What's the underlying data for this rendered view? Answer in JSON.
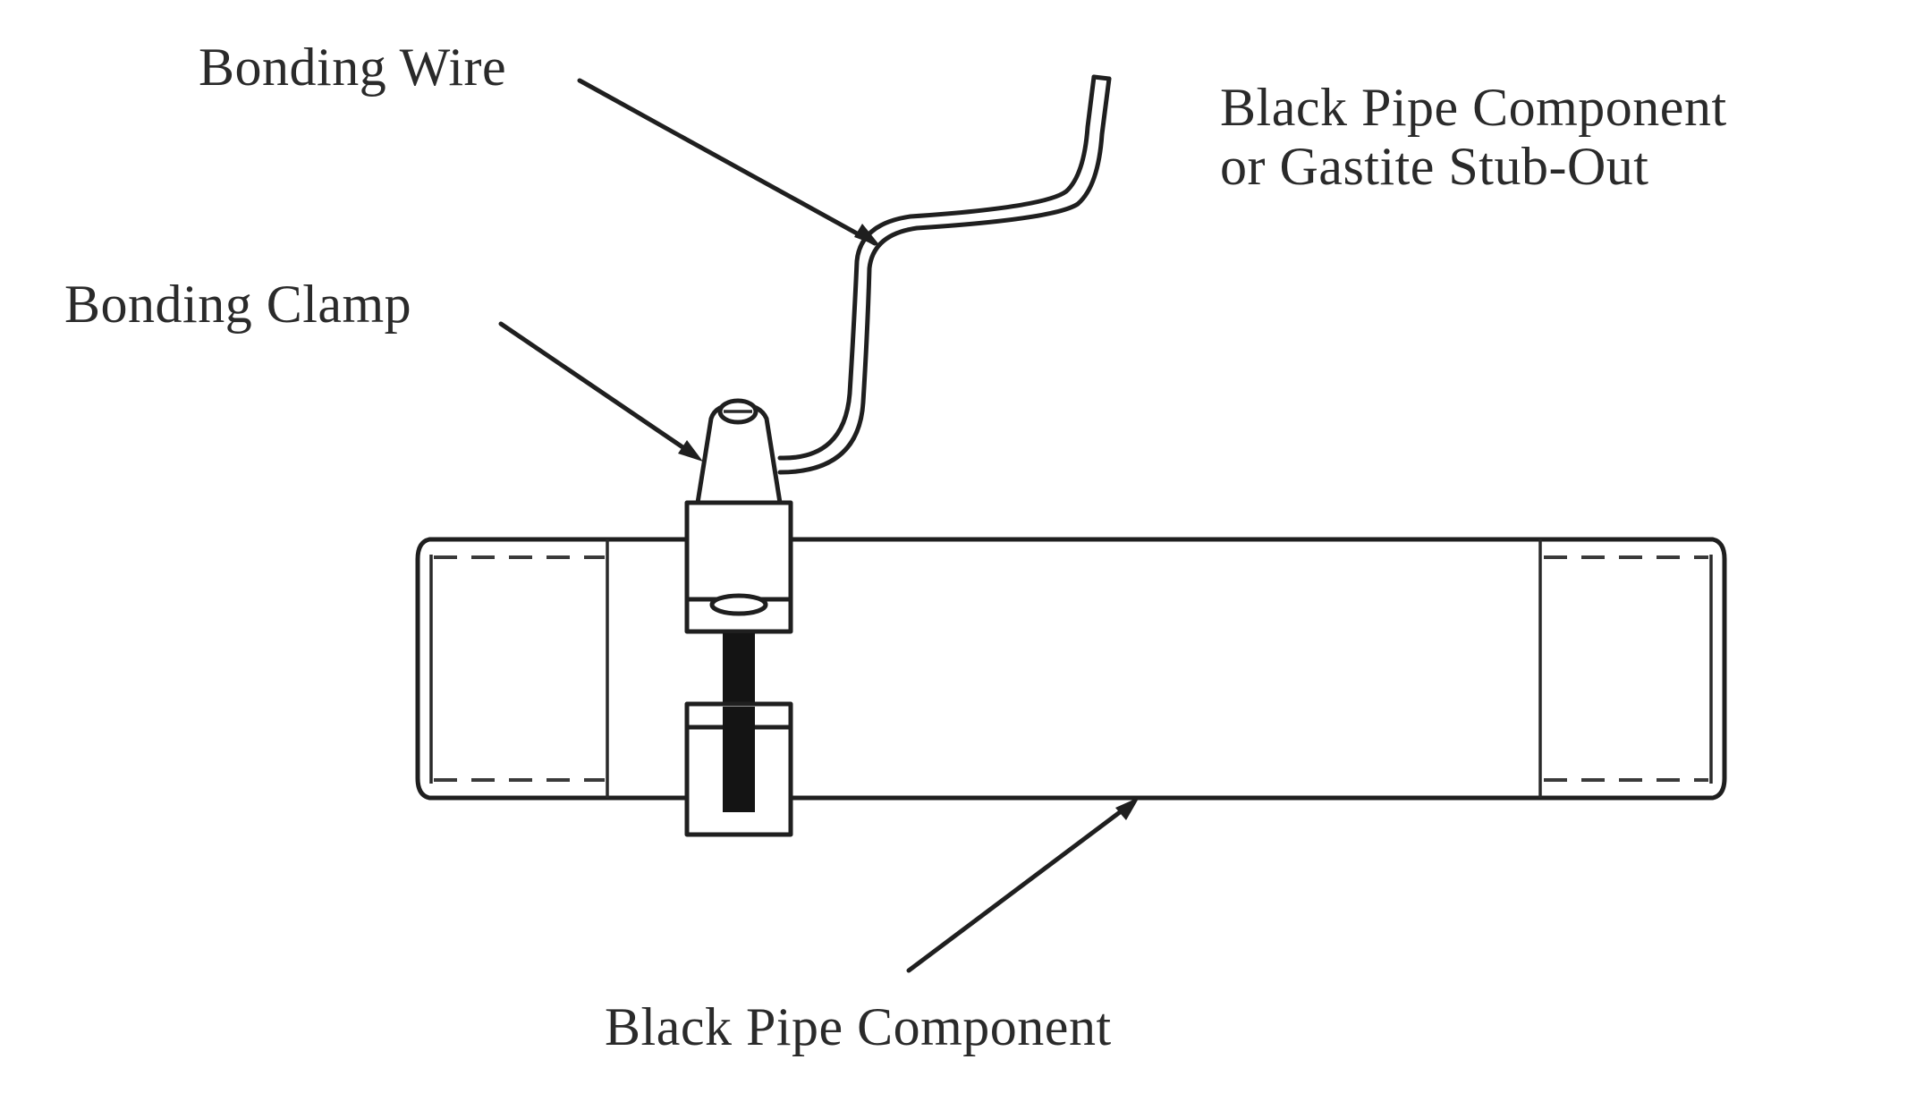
{
  "labels": {
    "bonding_wire": "Bonding Wire",
    "bonding_clamp": "Bonding Clamp",
    "stub_out_line1": "Black Pipe Component",
    "stub_out_line2": "or Gastite Stub-Out",
    "pipe_component": "Black Pipe Component"
  },
  "colors": {
    "background": "#ffffff",
    "line": "#1f1f1f",
    "text": "#2a2a2a"
  }
}
